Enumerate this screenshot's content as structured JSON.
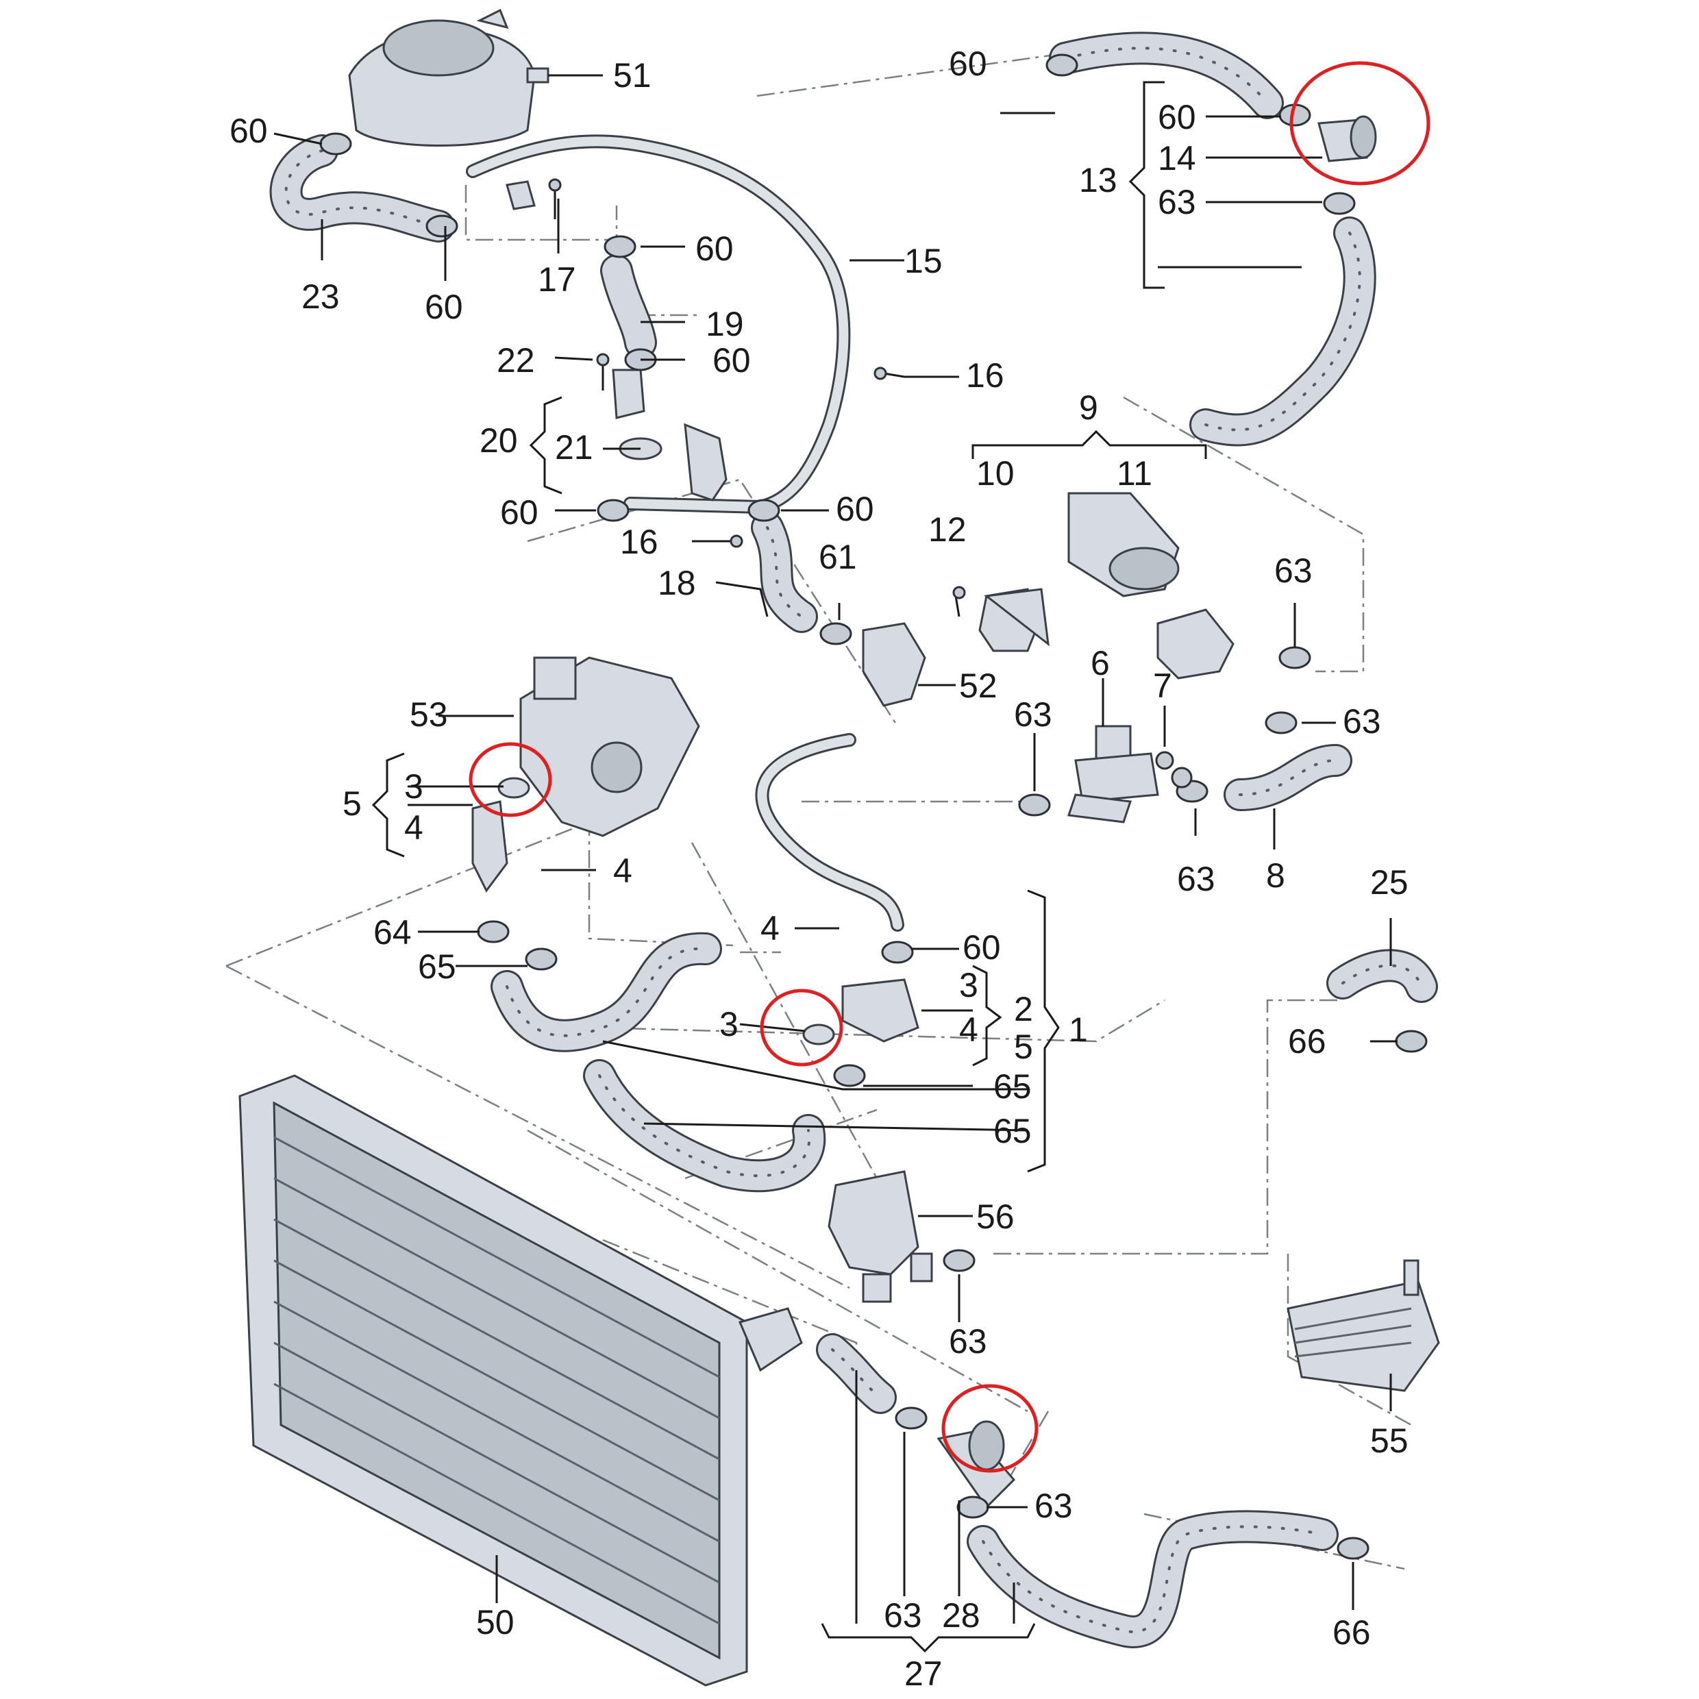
{
  "diagram": {
    "labels": {
      "l51": "51",
      "l60a": "60",
      "l23": "23",
      "l60b": "60",
      "l17": "17",
      "l60c": "60",
      "l19": "19",
      "l15": "15",
      "l22": "22",
      "l60d": "60",
      "l16a": "16",
      "l20": "20",
      "l21": "21",
      "l60e": "60",
      "l16b": "16",
      "l60f": "60",
      "l18": "18",
      "l61": "61",
      "l60g": "60",
      "l60h": "60",
      "l13": "13",
      "l14": "14",
      "l63a": "63",
      "l9": "9",
      "l10": "10",
      "l11": "11",
      "l12": "12",
      "l63b": "63",
      "l52": "52",
      "l6": "6",
      "l7": "7",
      "l63c": "63",
      "l63d": "63",
      "l53": "53",
      "l5a": "5",
      "l3a": "3",
      "l4a": "4",
      "l4b": "4",
      "l63e": "63",
      "l8": "8",
      "l64": "64",
      "l65a": "65",
      "l4c": "4",
      "l60i": "60",
      "l3b": "3",
      "l3c": "3",
      "l2": "2",
      "l1": "1",
      "l4d": "4",
      "l5b": "5",
      "l65b": "65",
      "l65c": "65",
      "l25": "25",
      "l66a": "66",
      "l56": "56",
      "l63f": "63",
      "l55": "55",
      "l50": "50",
      "l63g": "63",
      "l63h": "63",
      "l28": "28",
      "l27": "27",
      "l66b": "66"
    },
    "highlight_color": "#e02020"
  }
}
